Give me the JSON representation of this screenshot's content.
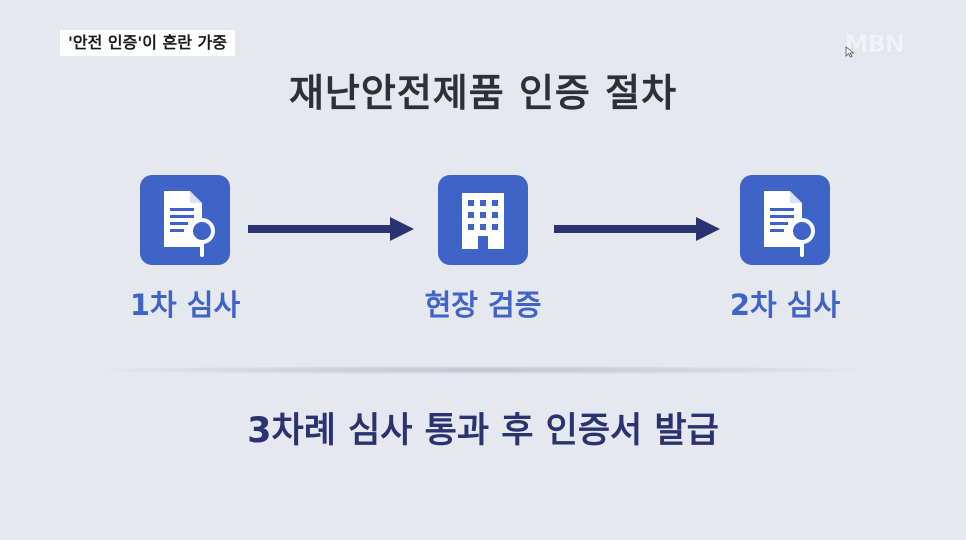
{
  "headline": "'안전 인증'이 혼란 가중",
  "broadcaster_logo": "MBN",
  "title": "재난안전제품 인증 절차",
  "steps": [
    {
      "label": "1차 심사",
      "icon": "document-search-icon"
    },
    {
      "label": "현장 검증",
      "icon": "building-icon"
    },
    {
      "label": "2차 심사",
      "icon": "document-search-icon"
    }
  ],
  "footer": "3차례 심사 통과 후 인증서 발급",
  "colors": {
    "background": "#e6e8ef",
    "accent_blue": "#3e64c8",
    "arrow_navy": "#2b3270",
    "title_text": "#2f2f36"
  }
}
